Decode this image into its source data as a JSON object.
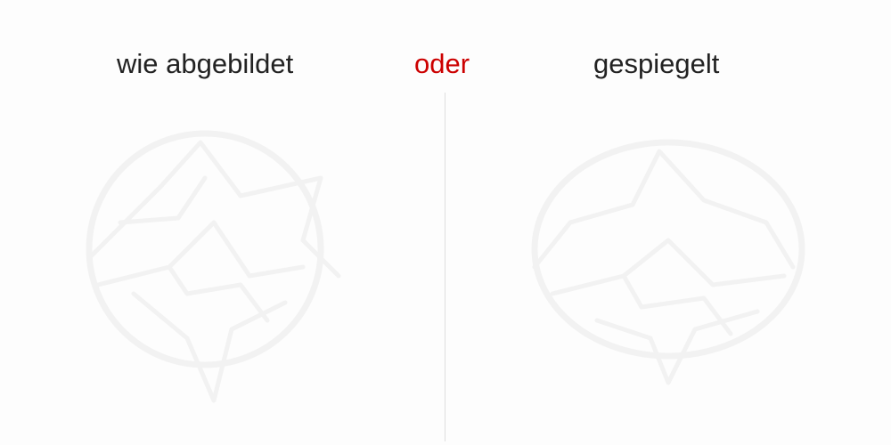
{
  "labels": {
    "as_shown": "wie abgebildet",
    "or": "oder",
    "mirrored": "gespiegelt"
  },
  "colors": {
    "heading": "#222222",
    "accent": "#cc0000",
    "divider": "#dedede",
    "figure_stroke": "#f2f2f2"
  }
}
